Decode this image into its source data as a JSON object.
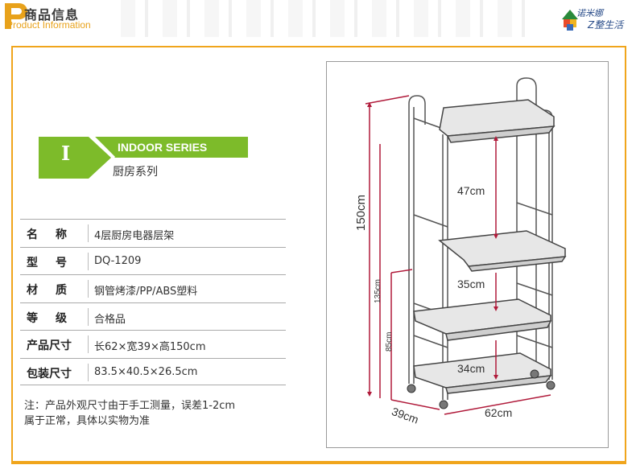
{
  "header": {
    "title_cn": "商品信息",
    "title_en": "Product Information",
    "brand_line1": "诺米娜",
    "brand_line2": "Z整生活"
  },
  "series": {
    "roman": "I",
    "title_en": "INDOOR SERIES",
    "title_cn": "厨房系列"
  },
  "specs": [
    {
      "label": "名称",
      "value": "4层厨房电器层架"
    },
    {
      "label": "型号",
      "value": "DQ-1209"
    },
    {
      "label": "材质",
      "value": "钢管烤漆/PP/ABS塑料"
    },
    {
      "label": "等级",
      "value": "合格品"
    },
    {
      "label": "产品尺寸",
      "value": "长62×宽39×高150cm"
    },
    {
      "label": "包装尺寸",
      "value": "83.5×40.5×26.5cm"
    }
  ],
  "note": {
    "line1": "注：产品外观尺寸由于手工测量，误差1-2cm",
    "line2": "属于正常，具体以实物为准"
  },
  "dimensions": {
    "height_total": "150cm",
    "height_mid": "135cm",
    "height_low": "85cm",
    "gap_top": "47cm",
    "gap_mid": "35cm",
    "gap_bottom": "34cm",
    "depth": "39cm",
    "width": "62cm"
  },
  "colors": {
    "frame": "#f0a51c",
    "series_green": "#7dbb2a",
    "accent_orange": "#e8a21b",
    "dimension_line": "#b01a3a"
  }
}
